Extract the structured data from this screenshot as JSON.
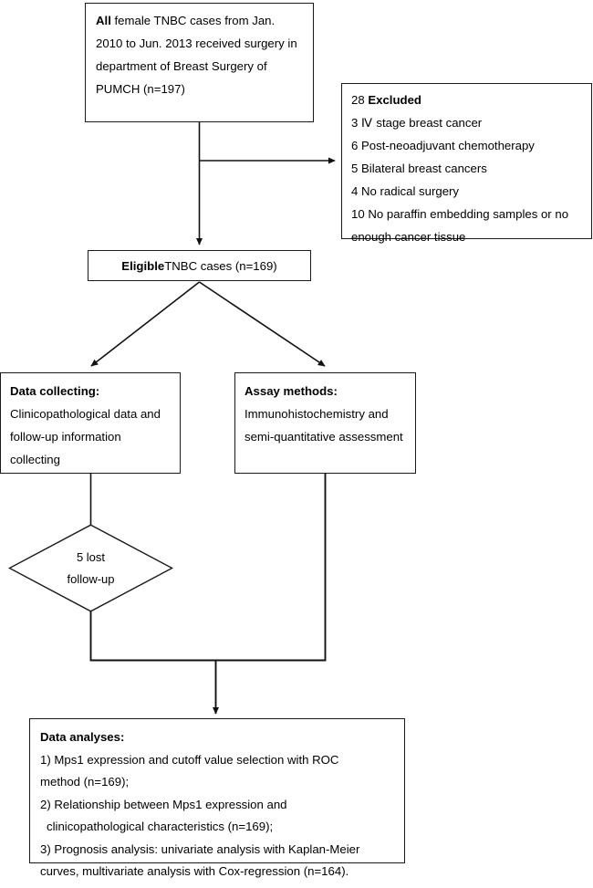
{
  "diagram": {
    "title": "Study flow diagram",
    "stroke_color": "#1a1a1a",
    "background_color": "#ffffff",
    "nodes": {
      "enrolled": {
        "shape": "rect",
        "text_bold_lead": "All",
        "text": " female TNBC cases from Jan. 2010 to Jun. 2013 received surgery in department of Breast Surgery of PUMCH (n=197)",
        "n": 197
      },
      "excluded": {
        "shape": "rect",
        "heading_count": "28",
        "heading_label": "Excluded",
        "items": [
          {
            "count": "3",
            "roman": "Ⅳ",
            "label": "stage breast cancer"
          },
          {
            "count": "6",
            "roman": "",
            "label": "Post-neoadjuvant chemotherapy"
          },
          {
            "count": "5",
            "roman": "",
            "label": "Bilateral breast cancers"
          },
          {
            "count": "4",
            "roman": "",
            "label": "No radical surgery"
          },
          {
            "count": "10",
            "roman": "",
            "label": "No paraffin embedding samples or no enough cancer tissue"
          }
        ],
        "total_excluded": 28
      },
      "eligible": {
        "shape": "rect",
        "text_bold_lead": "Eligible",
        "text": " TNBC cases (n=169)",
        "n": 169
      },
      "data_collecting": {
        "shape": "rect",
        "heading": "Data collecting:",
        "body": "Clinicopathological data and follow-up information collecting"
      },
      "assay_methods": {
        "shape": "rect",
        "heading": "Assay methods:",
        "body": "Immunohistochemistry   and semi-quantitative assessment"
      },
      "lost_followup": {
        "shape": "diamond",
        "line1": "5 lost",
        "line2": "follow-up",
        "n_lost": 5
      },
      "data_analyses": {
        "shape": "rect",
        "heading": "Data analyses:",
        "items": [
          {
            "marker": "1)",
            "line1": "Mps1 expression and cutoff value selection with ROC",
            "line2": "method (n=169);",
            "n": 169
          },
          {
            "marker": "2)",
            "line1": "Relationship between Mps1 expression and",
            "line2": "clinicopathological characteristics (n=169);",
            "n": 169
          },
          {
            "marker": "3)",
            "line1": "Prognosis analysis: univariate analysis with Kaplan-Meier",
            "line2": "curves, multivariate analysis with Cox-regression (n=164).",
            "n": 164
          }
        ]
      }
    },
    "edges": [
      {
        "from": "enrolled",
        "to": "eligible",
        "type": "arrow-down"
      },
      {
        "from": "enrolled",
        "to": "excluded",
        "type": "arrow-right"
      },
      {
        "from": "eligible",
        "to": "data_collecting",
        "type": "arrow-diagonal-left"
      },
      {
        "from": "eligible",
        "to": "assay_methods",
        "type": "arrow-diagonal-right"
      },
      {
        "from": "data_collecting",
        "to": "lost_followup",
        "type": "line-down"
      },
      {
        "from": "lost_followup",
        "to": "data_analyses",
        "type": "elbow-merge"
      },
      {
        "from": "assay_methods",
        "to": "data_analyses",
        "type": "elbow-merge"
      }
    ]
  }
}
